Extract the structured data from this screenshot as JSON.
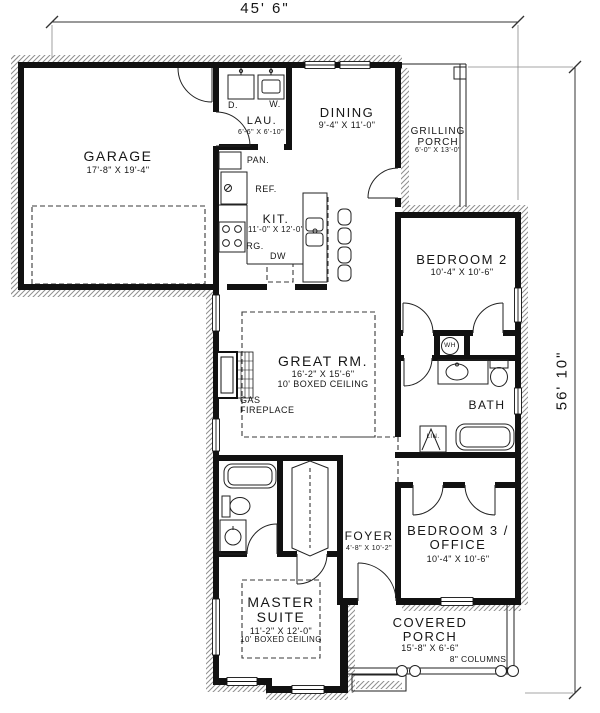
{
  "dims": {
    "top": "45' 6\"",
    "right": "56' 10\""
  },
  "rooms": {
    "garage": {
      "name": "GARAGE",
      "size": "17'-8\" X 19'-4\""
    },
    "laundry": {
      "name": "LAU.",
      "size": "6'-6\" X 6'-10\""
    },
    "dining": {
      "name": "DINING",
      "size": "9'-4\" X 11'-0\""
    },
    "grilling_porch": {
      "name_line1": "GRILLING",
      "name_line2": "PORCH",
      "size": "6'-0\" X 13'-0\""
    },
    "kitchen": {
      "name": "KIT.",
      "size": "11'-0\" X 12'-0\""
    },
    "bedroom2": {
      "name": "BEDROOM 2",
      "size": "10'-4\" X 10'-6\""
    },
    "great_room": {
      "name": "GREAT RM.",
      "size": "16'-2\" X 15'-6\"",
      "ceiling": "10' BOXED CEILING"
    },
    "bath": {
      "name": "BATH"
    },
    "bedroom3": {
      "name_line1": "BEDROOM 3 /",
      "name_line2": "OFFICE",
      "size": "10'-4\" X 10'-6\""
    },
    "foyer": {
      "name": "FOYER",
      "size": "4'-8\" X 10'-2\""
    },
    "master_suite": {
      "name_line1": "MASTER",
      "name_line2": "SUITE",
      "size": "11'-2\" X 12'-0\"",
      "ceiling": "10' BOXED CEILING"
    },
    "covered_porch": {
      "name_line1": "COVERED",
      "name_line2": "PORCH",
      "size": "15'-8\" X 6'-6\"",
      "columns": "8\" COLUMNS"
    }
  },
  "fixtures": {
    "dryer": "D.",
    "washer": "W.",
    "pantry": "PAN.",
    "refrigerator": "REF.",
    "range": "RG.",
    "dishwasher": "DW",
    "water_heater": "WH",
    "linen": "LIN.",
    "fireplace": "GAS FIREPLACE"
  },
  "colors": {
    "wall": "#111111",
    "hatch": "#8f8f8f",
    "background": "#ffffff"
  }
}
